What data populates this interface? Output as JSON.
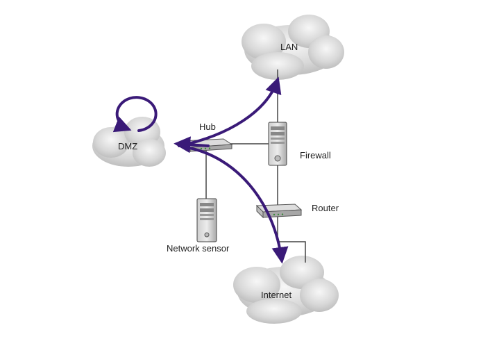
{
  "nodes": {
    "lan": "LAN",
    "dmz": "DMZ",
    "hub": "Hub",
    "firewall": "Firewall",
    "router": "Router",
    "network_sensor": "Network sensor",
    "internet": "Internet"
  },
  "colors": {
    "flow_arrow": "#3a1a78",
    "cloud": "#d6d6d6",
    "line": "#444444"
  }
}
